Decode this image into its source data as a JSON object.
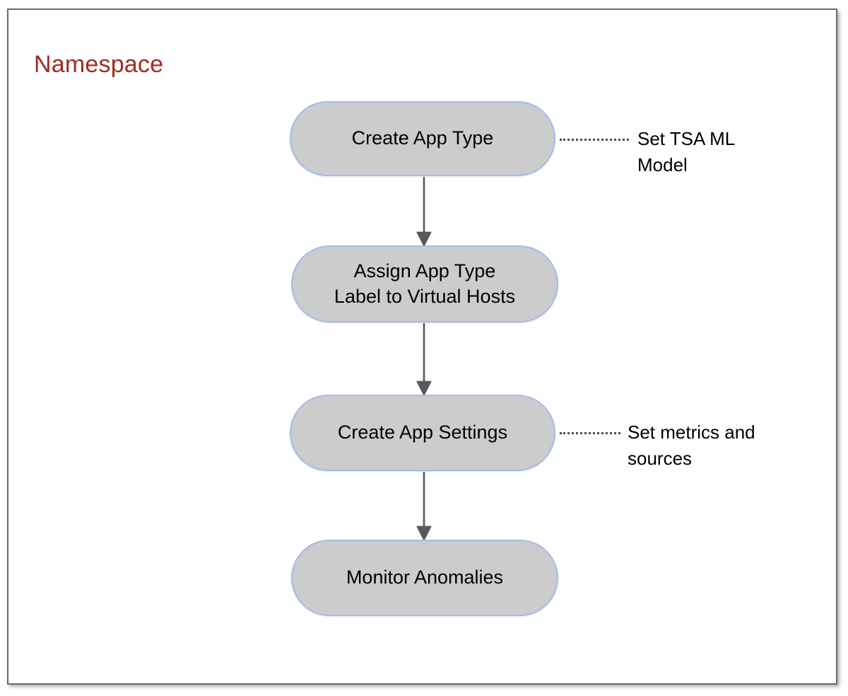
{
  "frame": {
    "title": "Namespace",
    "title_color": "#9c2d20",
    "border_color": "#6b6b6b",
    "background": "#ffffff"
  },
  "style": {
    "node_fill": "#cccccc",
    "node_border": "#a3bce8",
    "arrow_color": "#595959",
    "callout_dot_color": "#4d4d4d",
    "text_color": "#000000"
  },
  "diagram": {
    "type": "flowchart",
    "orientation": "vertical",
    "nodes": [
      {
        "id": "create-app-type",
        "label": "Create App Type"
      },
      {
        "id": "assign-app-type",
        "label": "Assign App Type\nLabel to Virtual Hosts"
      },
      {
        "id": "create-app-settings",
        "label": "Create App Settings"
      },
      {
        "id": "monitor-anomalies",
        "label": "Monitor Anomalies"
      }
    ],
    "edges": [
      {
        "from": "create-app-type",
        "to": "assign-app-type",
        "style": "solid-arrow"
      },
      {
        "from": "assign-app-type",
        "to": "create-app-settings",
        "style": "solid-arrow"
      },
      {
        "from": "create-app-settings",
        "to": "monitor-anomalies",
        "style": "solid-arrow"
      }
    ],
    "callouts": [
      {
        "id": "callout-1",
        "attached_to": "create-app-type",
        "text": "Set TSA ML\nModel",
        "style": "dotted"
      },
      {
        "id": "callout-2",
        "attached_to": "create-app-settings",
        "text": "Set metrics and\nsources",
        "style": "dotted"
      }
    ]
  }
}
